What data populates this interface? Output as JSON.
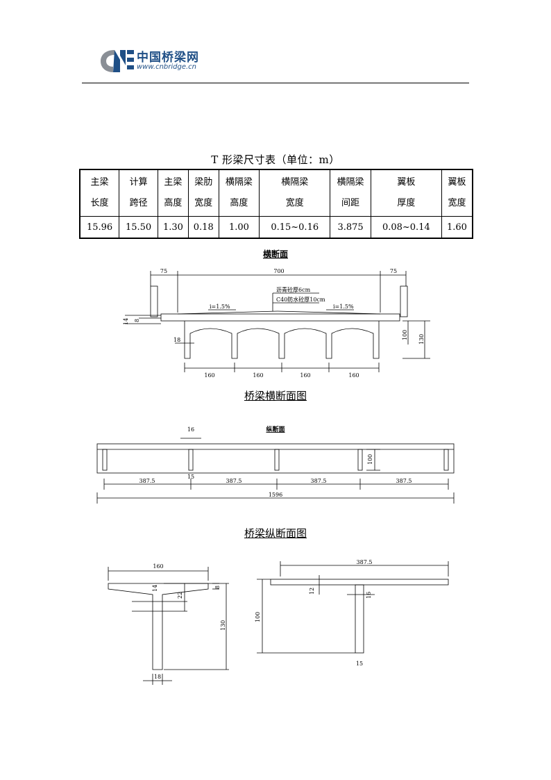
{
  "header": {
    "logo_cn": "中国桥梁网",
    "logo_url": "www.cnbridge.cn"
  },
  "table": {
    "title": "T 形梁尺寸表（单位：m）",
    "headers": [
      [
        "主梁",
        "长度"
      ],
      [
        "计算",
        "跨径"
      ],
      [
        "主梁",
        "高度"
      ],
      [
        "梁肋",
        "宽度"
      ],
      [
        "横隔梁",
        "高度"
      ],
      [
        "横隔梁",
        "宽度"
      ],
      [
        "横隔梁",
        "间距"
      ],
      [
        "翼板",
        "厚度"
      ],
      [
        "翼板",
        "宽度"
      ]
    ],
    "values": [
      "15.96",
      "15.50",
      "1.30",
      "0.18",
      "1.00",
      "0.15~0.16",
      "3.875",
      "0.08~0.14",
      "1.60"
    ]
  },
  "cross_section": {
    "title": "横断面",
    "dim_left": "75",
    "dim_mid": "700",
    "dim_right": "75",
    "asphalt": "沥青砼厚6cm",
    "waterproof": "C40防水砼厚10cm",
    "slope_left": "i=1.5%",
    "slope_right": "i=1.5%",
    "dim_14": "14",
    "dim_8": "8",
    "dim_18": "18",
    "dim_100": "100",
    "dim_130": "130",
    "spacing": [
      "160",
      "160",
      "160",
      "160"
    ],
    "caption": "桥梁横断面图"
  },
  "longitudinal_section": {
    "title": "纵断面",
    "dim_16": "16",
    "dim_15": "15",
    "dim_100": "100",
    "spans": [
      "387.5",
      "387.5",
      "387.5",
      "387.5"
    ],
    "total": "1596",
    "caption": "桥梁纵断面图"
  },
  "t_sections": {
    "left": {
      "width": "160",
      "d14": "14",
      "d8": "8",
      "d22": "22",
      "height": "130",
      "web": "18"
    },
    "right": {
      "width": "387.5",
      "d12": "12",
      "d16": "16",
      "height": "100",
      "web": "15"
    }
  }
}
